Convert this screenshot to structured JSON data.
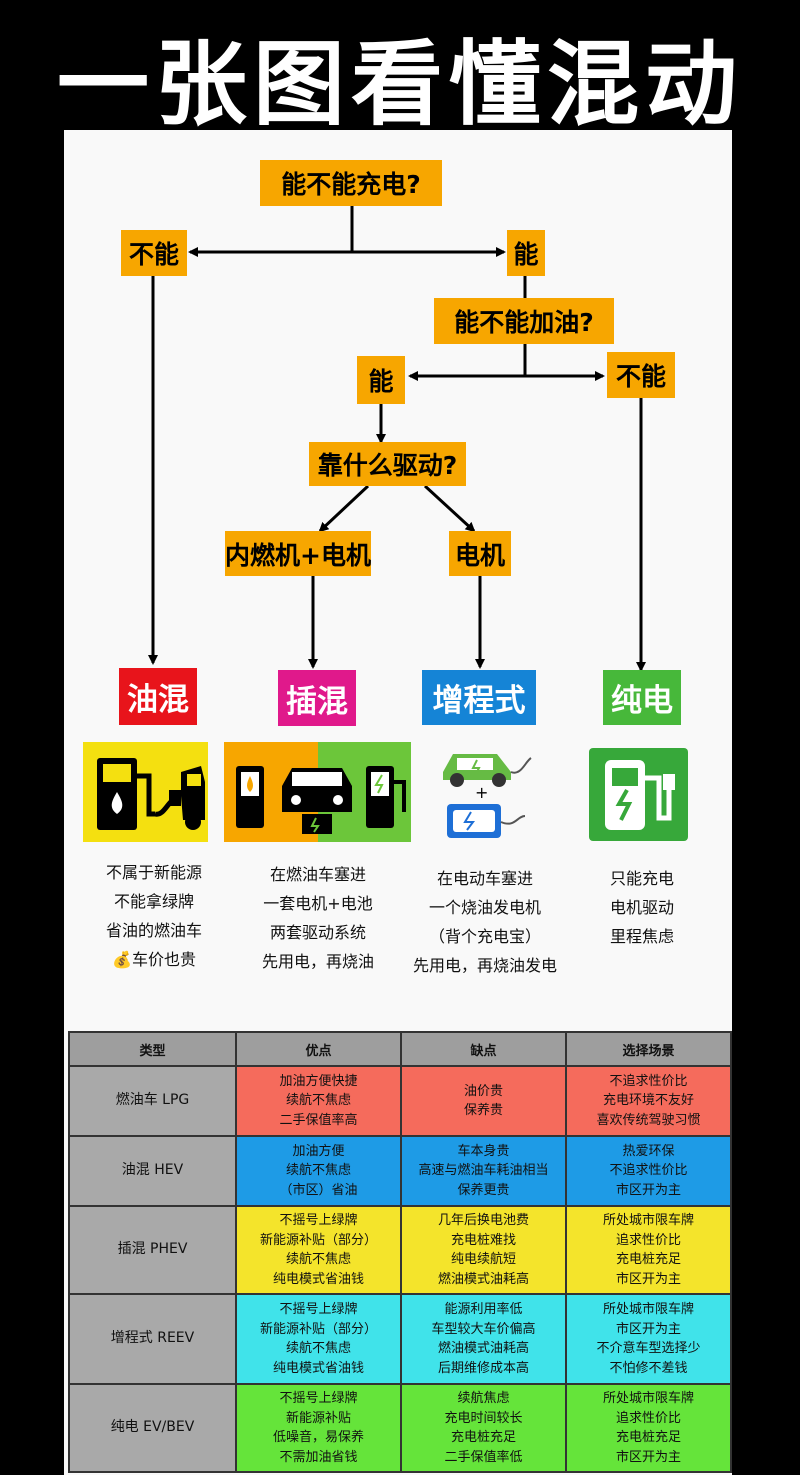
{
  "title": "一张图看懂混动",
  "flow": {
    "q1": "能不能充电?",
    "q1_no": "不能",
    "q1_yes": "能",
    "q2": "能不能加油?",
    "q2_yes": "能",
    "q2_no": "不能",
    "q3": "靠什么驱动?",
    "q3_a": "内燃机+电机",
    "q3_b": "电机"
  },
  "categories": [
    {
      "label": "油混",
      "color": "#e8141b",
      "lines": [
        "不属于新能源",
        "不能拿绿牌",
        "省油的燃油车",
        "💰车价也贵"
      ]
    },
    {
      "label": "插混",
      "color": "#e0198b",
      "lines": [
        "在燃油车塞进",
        "一套电机+电池",
        "两套驱动系统",
        "先用电，再烧油"
      ]
    },
    {
      "label": "增程式",
      "color": "#1584d6",
      "lines": [
        "在电动车塞进",
        "一个烧油发电机",
        "（背个充电宝）",
        "先用电，再烧油发电"
      ]
    },
    {
      "label": "纯电",
      "color": "#47b83a",
      "lines": [
        "只能充电",
        "电机驱动",
        "里程焦虑"
      ]
    }
  ],
  "illustrations": {
    "plus_sign": "+",
    "icons": [
      "gas-station-icon",
      "car-icon",
      "fuel-nozzle-icon",
      "charging-station-icon",
      "electric-car-icon",
      "power-bank-icon",
      "charging-plug-icon",
      "lightning-icon"
    ]
  },
  "table": {
    "headers": [
      "类型",
      "优点",
      "缺点",
      "选择场景"
    ],
    "rows": [
      {
        "type": "燃油车 LPG",
        "color": "#f56b5c",
        "pros": [
          "加油方便快捷",
          "续航不焦虑",
          "二手保值率高"
        ],
        "cons": [
          "油价贵",
          "保养贵"
        ],
        "scenario": [
          "不追求性价比",
          "充电环境不友好",
          "喜欢传统驾驶习惯"
        ]
      },
      {
        "type": "油混 HEV",
        "color": "#1e9be6",
        "pros": [
          "加油方便",
          "续航不焦虑",
          "（市区）省油"
        ],
        "cons": [
          "车本身贵",
          "高速与燃油车耗油相当",
          "保养更贵"
        ],
        "scenario": [
          "热爱环保",
          "不追求性价比",
          "市区开为主"
        ]
      },
      {
        "type": "插混 PHEV",
        "color": "#f4e42b",
        "pros": [
          "不摇号上绿牌",
          "新能源补贴（部分）",
          "续航不焦虑",
          "纯电模式省油钱"
        ],
        "cons": [
          "几年后换电池费",
          "充电桩难找",
          "纯电续航短",
          "燃油模式油耗高"
        ],
        "scenario": [
          "所处城市限车牌",
          "追求性价比",
          "充电桩充足",
          "市区开为主"
        ]
      },
      {
        "type": "增程式 REEV",
        "color": "#40e3ea",
        "pros": [
          "不摇号上绿牌",
          "新能源补贴（部分）",
          "续航不焦虑",
          "纯电模式省油钱"
        ],
        "cons": [
          "能源利用率低",
          "车型较大车价偏高",
          "燃油模式油耗高",
          "后期维修成本高"
        ],
        "scenario": [
          "所处城市限车牌",
          "市区开为主",
          "不介意车型选择少",
          "不怕修不差钱"
        ]
      },
      {
        "type": "纯电 EV/BEV",
        "color": "#65e43a",
        "pros": [
          "不摇号上绿牌",
          "新能源补贴",
          "低噪音，易保养",
          "不需加油省钱"
        ],
        "cons": [
          "续航焦虑",
          "充电时间较长",
          "充电桩充足",
          "二手保值率低"
        ],
        "scenario": [
          "所处城市限车牌",
          "追求性价比",
          "充电桩充足",
          "市区开为主"
        ]
      }
    ]
  }
}
